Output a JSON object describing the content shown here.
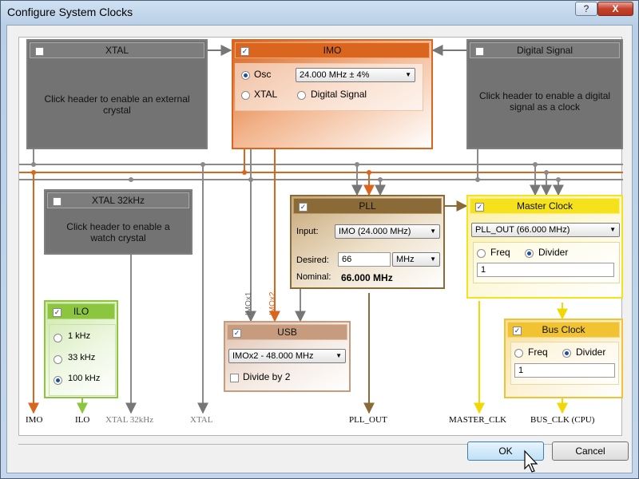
{
  "window": {
    "title": "Configure System Clocks",
    "help_label": "?",
    "close_label": "X"
  },
  "xtal": {
    "title": "XTAL",
    "message_line1": "Click header to enable an external",
    "message_line2": "crystal"
  },
  "imo": {
    "title": "IMO",
    "osc_label": "Osc",
    "osc_value": "24.000 MHz   ± 4%",
    "xtal_label": "XTAL",
    "digital_label": "Digital Signal"
  },
  "digital_signal": {
    "title": "Digital Signal",
    "message_line1": "Click header to enable a digital",
    "message_line2": "signal as a clock"
  },
  "xtal32": {
    "title": "XTAL 32kHz",
    "message_line1": "Click header to enable a",
    "message_line2": "watch crystal"
  },
  "pll": {
    "title": "PLL",
    "input_label": "Input:",
    "input_value": "IMO (24.000 MHz)",
    "desired_label": "Desired:",
    "desired_value": "66",
    "unit_value": "MHz",
    "nominal_label": "Nominal:",
    "nominal_value": "66.000 MHz"
  },
  "master_clock": {
    "title": "Master Clock",
    "source_value": "PLL_OUT (66.000 MHz)",
    "freq_label": "Freq",
    "divider_label": "Divider",
    "divider_value": "1"
  },
  "ilo": {
    "title": "ILO",
    "options": [
      "1 kHz",
      "33 kHz",
      "100 kHz"
    ],
    "selected": "100 kHz"
  },
  "usb": {
    "title": "USB",
    "source_value": "IMOx2 - 48.000 MHz",
    "divide_label": "Divide by 2"
  },
  "bus_clock": {
    "title": "Bus Clock",
    "freq_label": "Freq",
    "divider_label": "Divider",
    "divider_value": "1"
  },
  "wire_labels": {
    "imox1": "IMOx1",
    "imox2": "IMOx2"
  },
  "outputs": {
    "imo": "IMO",
    "ilo": "ILO",
    "xtal32": "XTAL 32kHz",
    "xtal": "XTAL",
    "pll_out": "PLL_OUT",
    "master_clk": "MASTER_CLK",
    "bus_clk": "BUS_CLK (CPU)"
  },
  "buttons": {
    "ok": "OK",
    "cancel": "Cancel"
  },
  "colors": {
    "imo_orange": "#d9651f",
    "pll_brown": "#8a6a37",
    "master_yellow": "#f5e11c",
    "ilo_green": "#8cc63f",
    "usb_tan": "#c79b7d",
    "bus_orange": "#f1c232",
    "disabled_gray": "#737373"
  }
}
